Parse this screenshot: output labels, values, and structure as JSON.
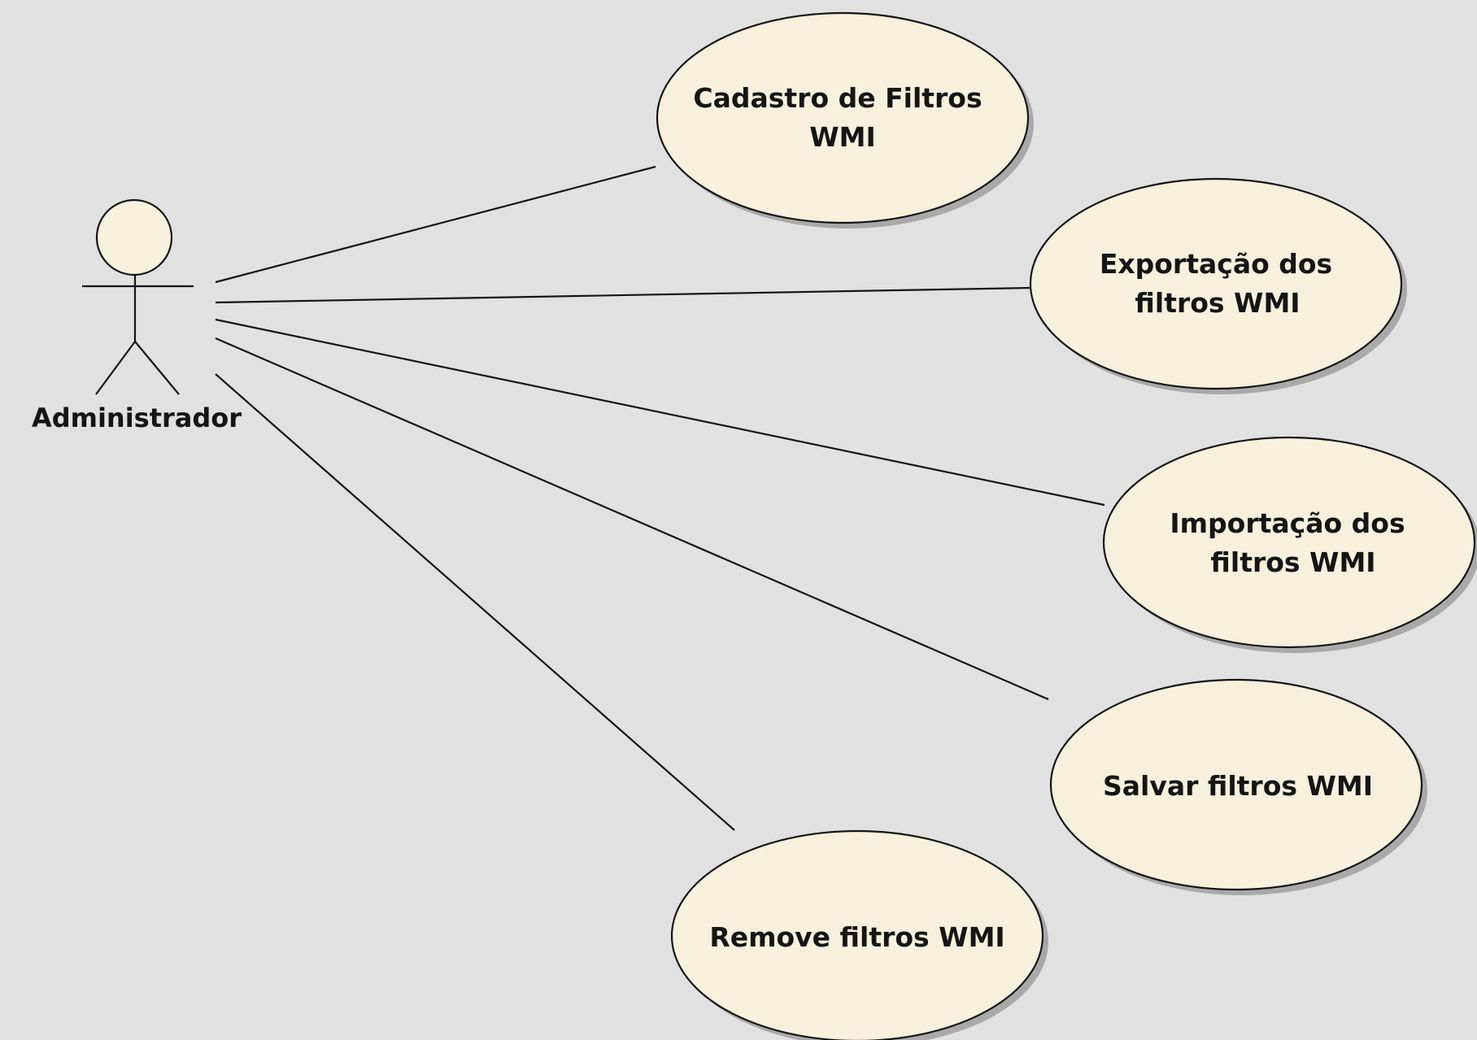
{
  "diagram": {
    "background_color": "#e1e1e1",
    "use_case_fill": "#f6f0dc",
    "stroke_color": "#151515",
    "actor": {
      "name": "Administrador"
    },
    "use_cases": [
      {
        "line1": "Cadastro de Filtros",
        "line2": "WMI"
      },
      {
        "line1": "Exportação dos",
        "line2": "filtros WMI"
      },
      {
        "line1": "Importação dos",
        "line2": "filtros WMI"
      },
      {
        "line1": "Salvar filtros WMI",
        "line2": ""
      },
      {
        "line1": "Remove filtros WMI",
        "line2": ""
      }
    ]
  }
}
